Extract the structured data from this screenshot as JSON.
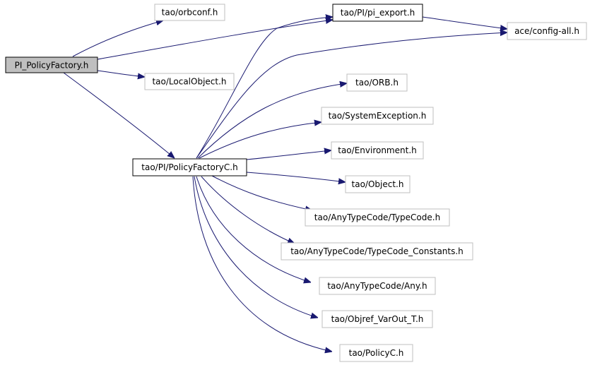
{
  "nodes": {
    "root": "PI_PolicyFactory.h",
    "orbconf": "tao/orbconf.h",
    "pi_export": "tao/PI/pi_export.h",
    "config_all": "ace/config-all.h",
    "local_object": "tao/LocalObject.h",
    "policy_factory_c": "tao/PI/PolicyFactoryC.h",
    "orb": "tao/ORB.h",
    "system_exception": "tao/SystemException.h",
    "environment": "tao/Environment.h",
    "object": "tao/Object.h",
    "typecode": "tao/AnyTypeCode/TypeCode.h",
    "typecode_constants": "tao/AnyTypeCode/TypeCode_Constants.h",
    "any": "tao/AnyTypeCode/Any.h",
    "objref_varout": "tao/Objref_VarOut_T.h",
    "policy_c": "tao/PolicyC.h"
  },
  "colors": {
    "edge": "#191970",
    "root_fill": "#bfbfbf",
    "normal_border": "#000000",
    "external_border": "#bfbfbf"
  }
}
